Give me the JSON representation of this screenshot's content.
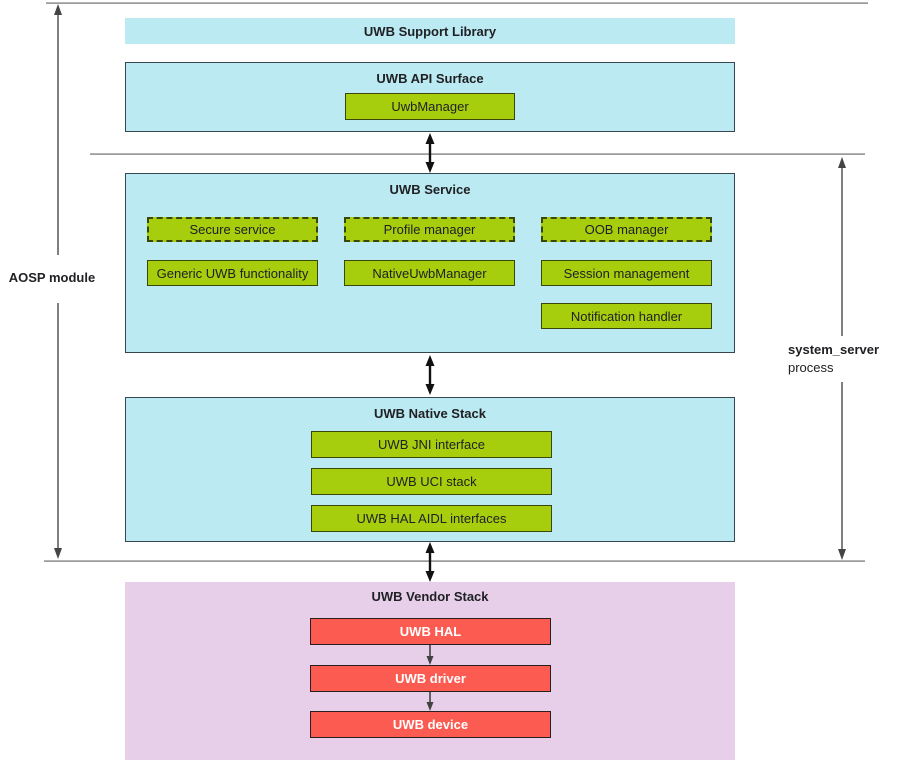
{
  "side_labels": {
    "aosp_module": "AOSP module",
    "system_server": "system_server",
    "process": "process"
  },
  "support_library": {
    "title": "UWB Support Library"
  },
  "api_surface": {
    "title": "UWB API Surface",
    "manager": "UwbManager"
  },
  "service": {
    "title": "UWB Service",
    "dashed_items": [
      "Secure service",
      "Profile manager",
      "OOB manager"
    ],
    "solid_items": [
      "Generic UWB functionality",
      "NativeUwbManager",
      "Session management"
    ],
    "extra_items": [
      "Notification handler"
    ]
  },
  "native_stack": {
    "title": "UWB Native Stack",
    "items": [
      "UWB JNI interface",
      "UWB UCI stack",
      "UWB HAL AIDL interfaces"
    ]
  },
  "vendor_stack": {
    "title": "UWB Vendor Stack",
    "items": [
      "UWB HAL",
      "UWB driver",
      "UWB device"
    ]
  },
  "colors": {
    "module_fill": "#bceaf2",
    "component_fill": "#a6ce0d",
    "vendor_fill": "#e7cfea",
    "vendor_component_fill": "#fc5b52",
    "separator_line": "#9e9e9e",
    "arrow": "#111111",
    "text": "#202124"
  }
}
